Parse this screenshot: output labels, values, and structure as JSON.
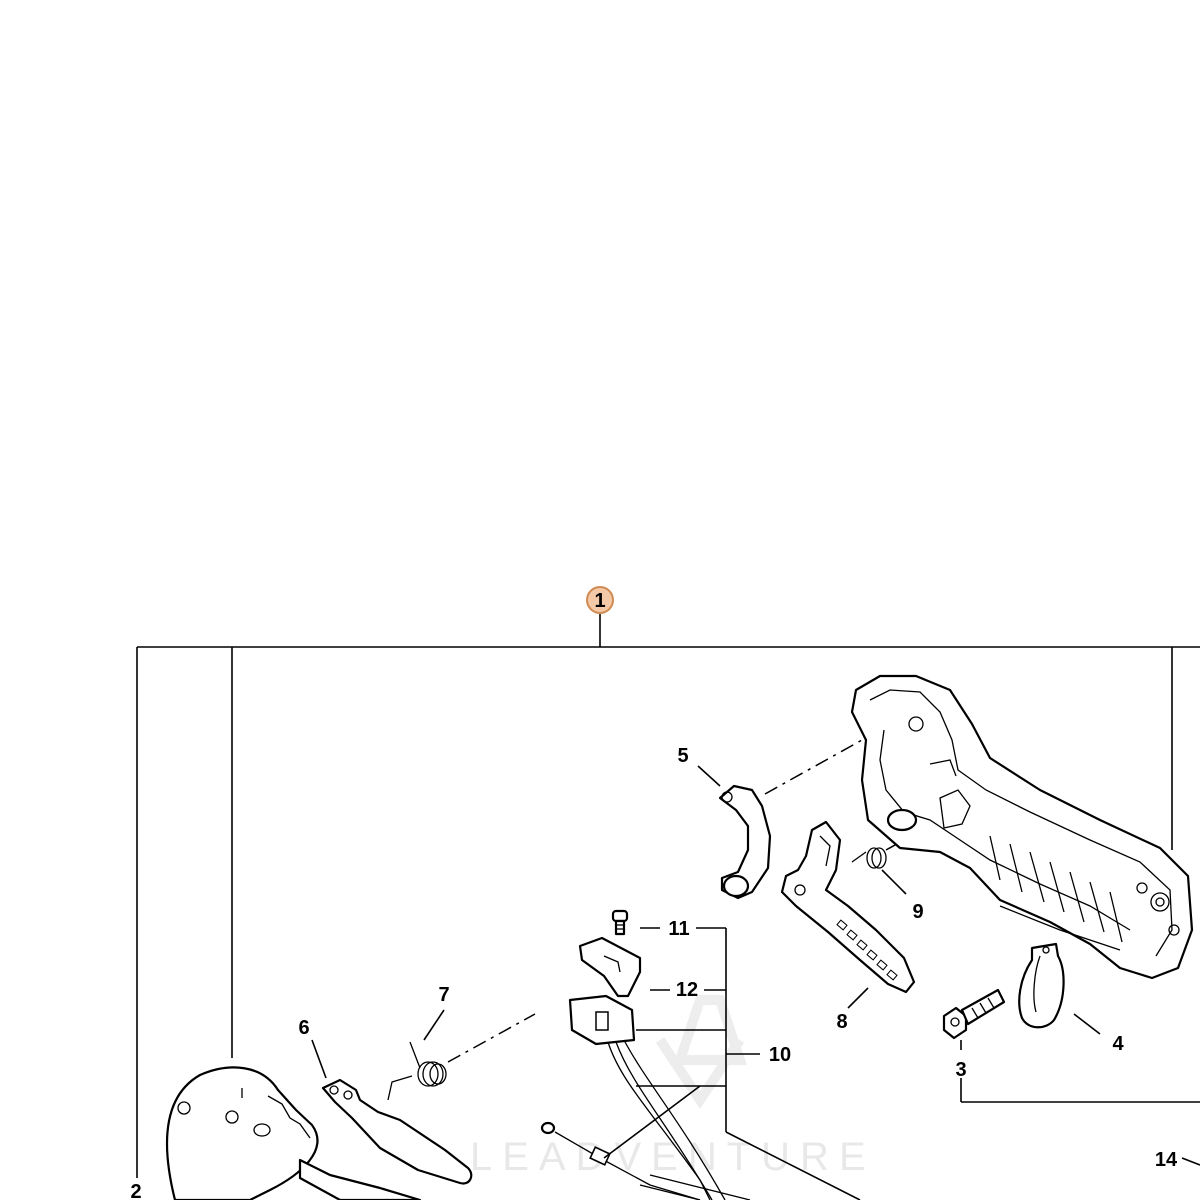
{
  "diagram": {
    "main_callout": "1",
    "callouts": {
      "c2": "2",
      "c3": "3",
      "c4": "4",
      "c5": "5",
      "c6": "6",
      "c7": "7",
      "c8": "8",
      "c9": "9",
      "c10": "10",
      "c11": "11",
      "c12": "12",
      "c14": "14"
    },
    "watermark_text": "LEADVENTURE",
    "colors": {
      "highlight_fill": "#f3c9a8",
      "highlight_stroke": "#d08a52",
      "line": "#000000"
    }
  }
}
